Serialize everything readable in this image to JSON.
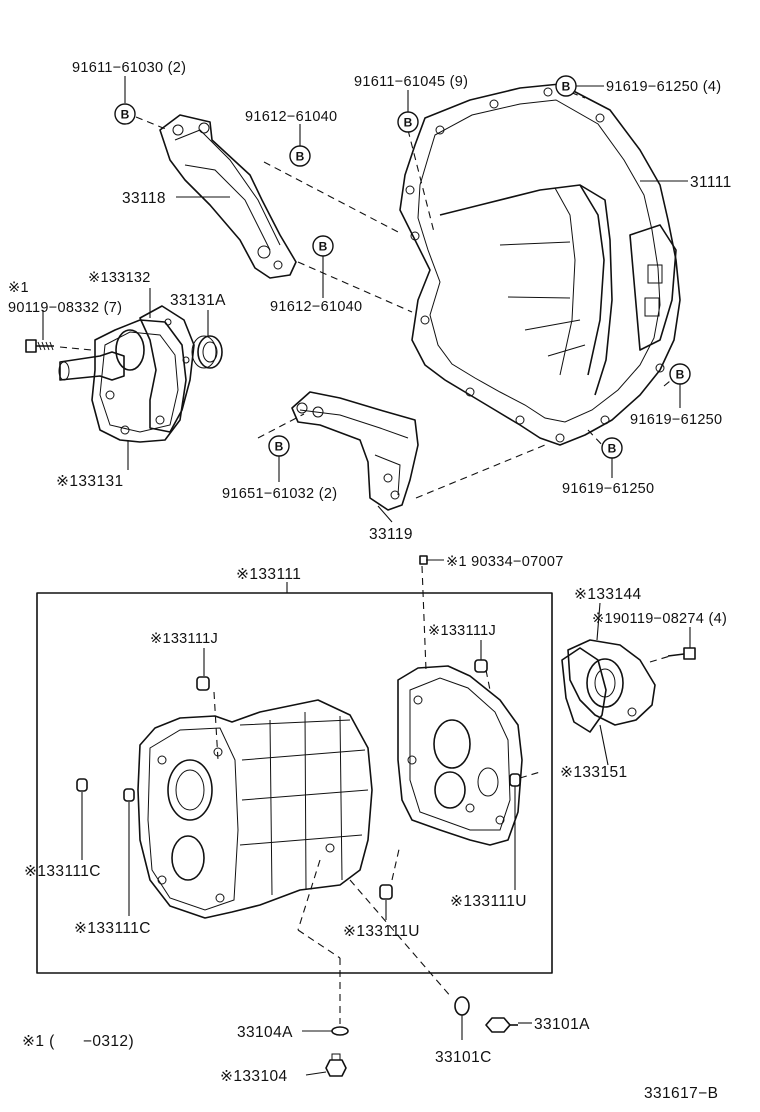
{
  "labels": {
    "p91611_61030": "91611−61030 (2)",
    "p91612_61040_top": "91612−61040",
    "p33118": "33118",
    "p91611_61045": "91611−61045 (9)",
    "p91619_61250_4": "91619−61250 (4)",
    "p31111": "31111",
    "p91612_61040_mid": "91612−61040",
    "p133132": "※133132",
    "p_note1_a": "※1",
    "p90119_08332": "90119−08332 (7)",
    "p33131A": "33131A",
    "p133131": "※133131",
    "p91619_61250_r1": "91619−61250",
    "p91619_61250_r2": "91619−61250",
    "p91651_61032": "91651−61032 (2)",
    "p33119": "33119",
    "p90334_07007": "※1 90334−07007",
    "p133111": "※133111",
    "p133111J_left": "※133111J",
    "p133111J_right": "※133111J",
    "p133144": "※133144",
    "p90119_08274": "※190119−08274 (4)",
    "p133151": "※133151",
    "p133111C_a": "※133111C",
    "p133111C_b": "※133111C",
    "p133111U_right": "※133111U",
    "p133111U_mid": "※133111U",
    "p33104A": "33104A",
    "p33101A": "33101A",
    "p33101C": "33101C",
    "p133104": "※133104",
    "footnote": "※1 (      −0312)",
    "diagram_id": "331617−B"
  },
  "badge_letter": "B",
  "icons": [
    "bolt-icon",
    "washer-icon",
    "pin-icon",
    "plug-icon"
  ]
}
